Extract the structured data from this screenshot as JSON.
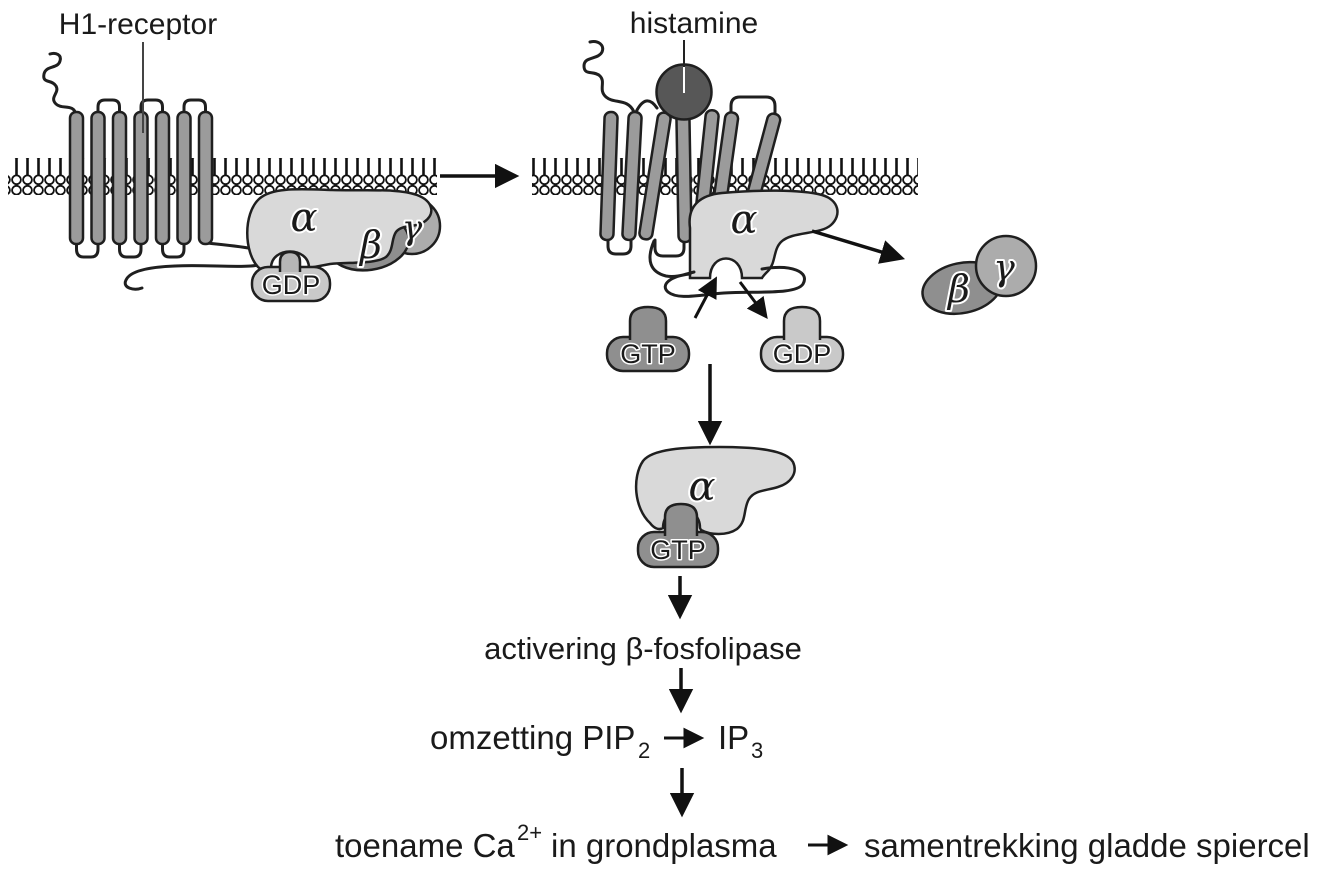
{
  "diagram": {
    "receptor_label": "H1-receptor",
    "ligand_label": "histamine",
    "alpha": "α",
    "beta": "β",
    "gamma": "γ",
    "gdp": "GDP",
    "gtp": "GTP",
    "cascade": {
      "step1": "activering β-fosfolipase",
      "step2_prefix": "omzetting PIP",
      "step2_sub": "2",
      "step2_product": "IP",
      "step2_product_sub": "3",
      "step3_prefix": "toename Ca",
      "step3_sup": "2+",
      "step3_suffix": "in grondplasma",
      "step3_result": "samentrekking gladde spiercel"
    }
  },
  "colors": {
    "outline": "#1f1f1f",
    "helix": "#9b9b9b",
    "alpha": "#d9d9d9",
    "beta": "#8f8f8f",
    "gamma": "#acacac",
    "gdp": "#c9c9c9",
    "gdp_knob": "#b6b6b6",
    "gtp": "#8f8f8f",
    "histamine": "#575757",
    "membrane_head": "#ffffff",
    "text": "#1a1a1a"
  }
}
